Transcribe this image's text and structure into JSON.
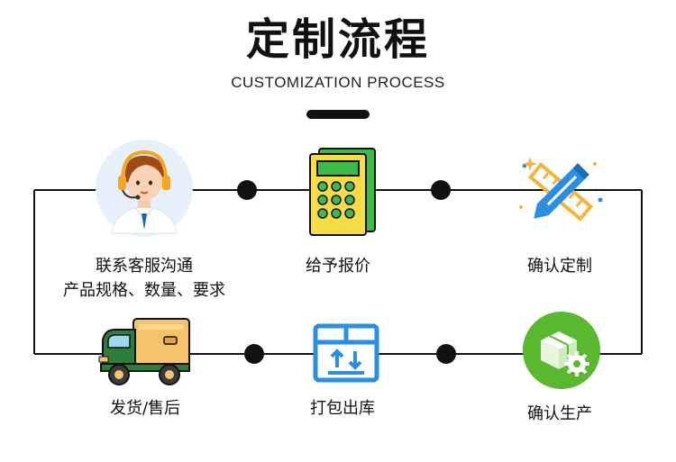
{
  "title": "定制流程",
  "subtitle": "CUSTOMIZATION PROCESS",
  "steps": [
    {
      "label": "联系客服沟通",
      "sublabel": "产品规格、数量、要求",
      "icon": "customer-service-icon"
    },
    {
      "label": "给予报价",
      "icon": "calculator-icon"
    },
    {
      "label": "确认定制",
      "icon": "pencil-ruler-icon"
    },
    {
      "label": "确认生产",
      "icon": "production-box-icon"
    },
    {
      "label": "打包出库",
      "icon": "package-box-icon"
    },
    {
      "label": "发货/售后",
      "icon": "delivery-truck-icon"
    }
  ],
  "colors": {
    "line": "#111111",
    "green": "#5ab82e",
    "blue": "#2a8fe0",
    "orange": "#f5b53c",
    "truck_green": "#2f7d3a"
  }
}
